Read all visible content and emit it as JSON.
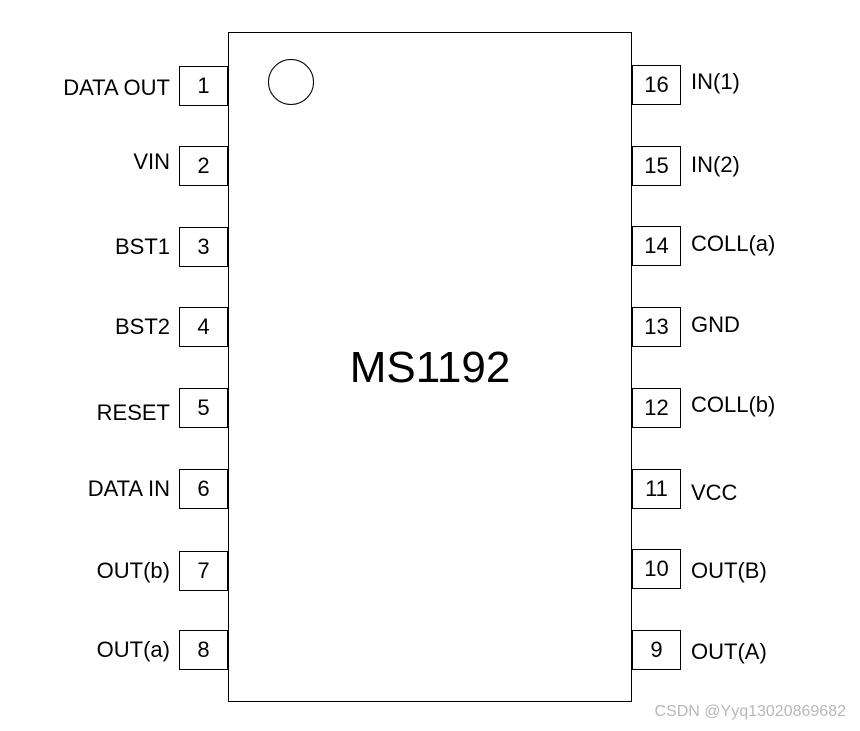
{
  "chip": {
    "name": "MS1192"
  },
  "pins_left": [
    {
      "number": "1",
      "label": "DATA OUT"
    },
    {
      "number": "2",
      "label": "VIN"
    },
    {
      "number": "3",
      "label": "BST1"
    },
    {
      "number": "4",
      "label": "BST2"
    },
    {
      "number": "5",
      "label": "RESET"
    },
    {
      "number": "6",
      "label": "DATA IN"
    },
    {
      "number": "7",
      "label": "OUT(b)"
    },
    {
      "number": "8",
      "label": "OUT(a)"
    }
  ],
  "pins_right": [
    {
      "number": "16",
      "label": "IN(1)"
    },
    {
      "number": "15",
      "label": "IN(2)"
    },
    {
      "number": "14",
      "label": "COLL(a)"
    },
    {
      "number": "13",
      "label": "GND"
    },
    {
      "number": "12",
      "label": "COLL(b)"
    },
    {
      "number": "11",
      "label": "VCC"
    },
    {
      "number": "10",
      "label": "OUT(B)"
    },
    {
      "number": "9",
      "label": "OUT(A)"
    }
  ],
  "watermark": "CSDN @Yyq13020869682"
}
